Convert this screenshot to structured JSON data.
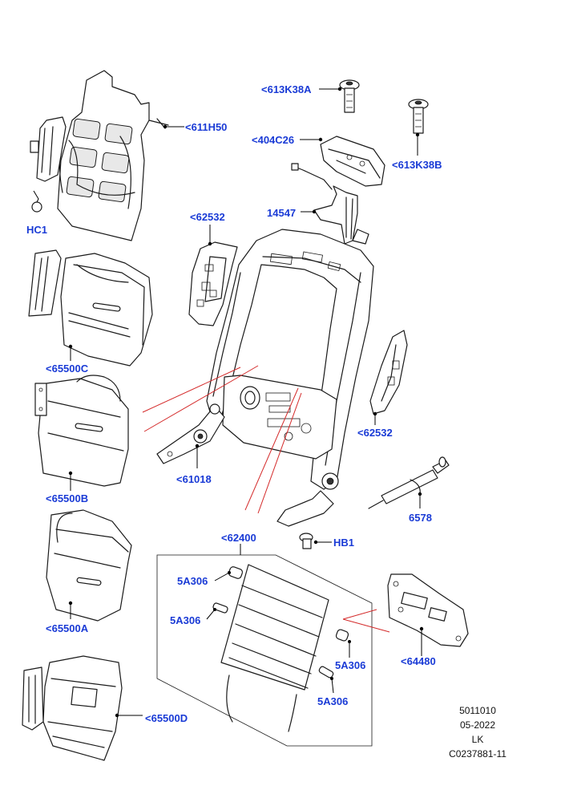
{
  "labels": {
    "p613K38A": "<613K38A",
    "p611H50": "<611H50",
    "p404C26": "<404C26",
    "p613K38B": "<613K38B",
    "hc1": "HC1",
    "p62532_top": "<62532",
    "p14547": "14547",
    "p65500C": "<65500C",
    "p62532_right": "<62532",
    "p65500B": "<65500B",
    "p61018": "<61018",
    "p6578": "6578",
    "p62400": "<62400",
    "hb1": "HB1",
    "p5A306_a": "5A306",
    "p5A306_b": "5A306",
    "p5A306_c": "5A306",
    "p5A306_d": "5A306",
    "p65500A": "<65500A",
    "p64480": "<64480",
    "p65500D": "<65500D"
  },
  "reference": {
    "line1": "5011010",
    "line2": "05-2022",
    "line3": "LK",
    "line4": "C0237881-11"
  },
  "colors": {
    "label": "#1a3bd6",
    "leader": "#000000",
    "callout_red": "#d42a2a",
    "outline": "#1a1a1a"
  }
}
